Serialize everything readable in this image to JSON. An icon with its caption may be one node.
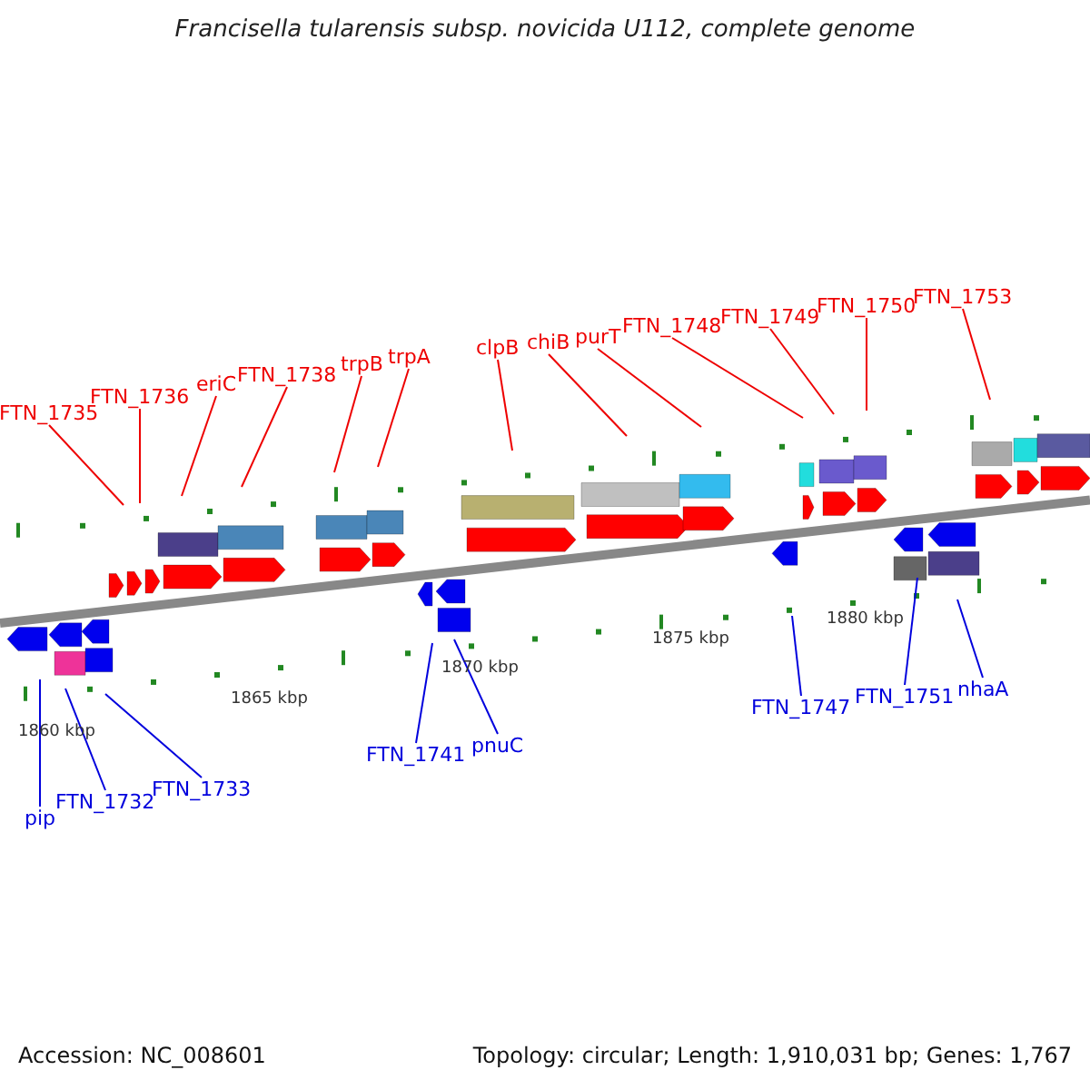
{
  "diagram": {
    "title": "Francisella tularensis subsp. novicida U112, complete genome",
    "nodes": [
      {
        "text": [
          "FTN_1735"
        ]
      },
      {
        "text": [
          "FTN_1736"
        ]
      },
      {
        "text": [
          "eriC"
        ]
      },
      {
        "text": [
          "FTN_1738"
        ]
      },
      {
        "text": [
          "trpB"
        ]
      },
      {
        "text": [
          "trpA"
        ]
      },
      {
        "text": [
          "clpB"
        ]
      },
      {
        "text": [
          "chiB"
        ]
      },
      {
        "text": [
          "purT"
        ]
      },
      {
        "text": [
          "FTN_1748"
        ]
      },
      {
        "text": [
          "FTN_1749"
        ]
      },
      {
        "text": [
          "FTN_1750"
        ]
      },
      {
        "text": [
          "FTN_1753"
        ]
      },
      {
        "text": [
          "pip"
        ]
      },
      {
        "text": [
          "FTN_1732"
        ]
      },
      {
        "text": [
          "FTN_1733"
        ]
      },
      {
        "text": [
          "FTN_1741"
        ]
      },
      {
        "text": [
          "pnuC"
        ]
      },
      {
        "text": [
          "FTN_1747"
        ]
      },
      {
        "text": [
          "FTN_1751"
        ]
      },
      {
        "text": [
          "nhaA"
        ]
      }
    ],
    "edges": [
      {
        "from": 0,
        "to": null,
        "arrow": "none"
      },
      {
        "from": 1,
        "to": null,
        "arrow": "none"
      },
      {
        "from": 2,
        "to": null,
        "arrow": "none"
      },
      {
        "from": 3,
        "to": null,
        "arrow": "none"
      },
      {
        "from": 4,
        "to": null,
        "arrow": "none"
      },
      {
        "from": 5,
        "to": null,
        "arrow": "none"
      },
      {
        "from": 6,
        "to": null,
        "arrow": "none"
      },
      {
        "from": 7,
        "to": null,
        "arrow": "none"
      },
      {
        "from": 8,
        "to": null,
        "arrow": "none"
      },
      {
        "from": 9,
        "to": null,
        "arrow": "none"
      },
      {
        "from": 10,
        "to": null,
        "arrow": "none"
      },
      {
        "from": 11,
        "to": null,
        "arrow": "none"
      },
      {
        "from": 12,
        "to": null,
        "arrow": "none"
      },
      {
        "from": 13,
        "to": null,
        "arrow": "none",
        "color": "#0000dd"
      },
      {
        "from": 14,
        "to": null,
        "arrow": "none",
        "color": "#0000dd"
      },
      {
        "from": 15,
        "to": null,
        "arrow": "none",
        "color": "#0000dd"
      },
      {
        "from": 16,
        "to": null,
        "arrow": "none",
        "color": "#0000dd"
      },
      {
        "from": 17,
        "to": null,
        "arrow": "none",
        "color": "#0000dd"
      },
      {
        "from": 18,
        "to": null,
        "arrow": "none",
        "color": "#0000dd"
      },
      {
        "from": 19,
        "to": null,
        "arrow": "none",
        "color": "#0000dd"
      },
      {
        "from": 20,
        "to": null,
        "arrow": "none",
        "color": "#0000dd"
      }
    ],
    "labels": [
      "1860 kbp",
      "1865 kbp",
      "1870 kbp",
      "1875 kbp",
      "1880 kbp",
      "Accession: NC_008601",
      "Topology: circular; Length: 1,910,031 bp; Genes: 1,767"
    ]
  }
}
